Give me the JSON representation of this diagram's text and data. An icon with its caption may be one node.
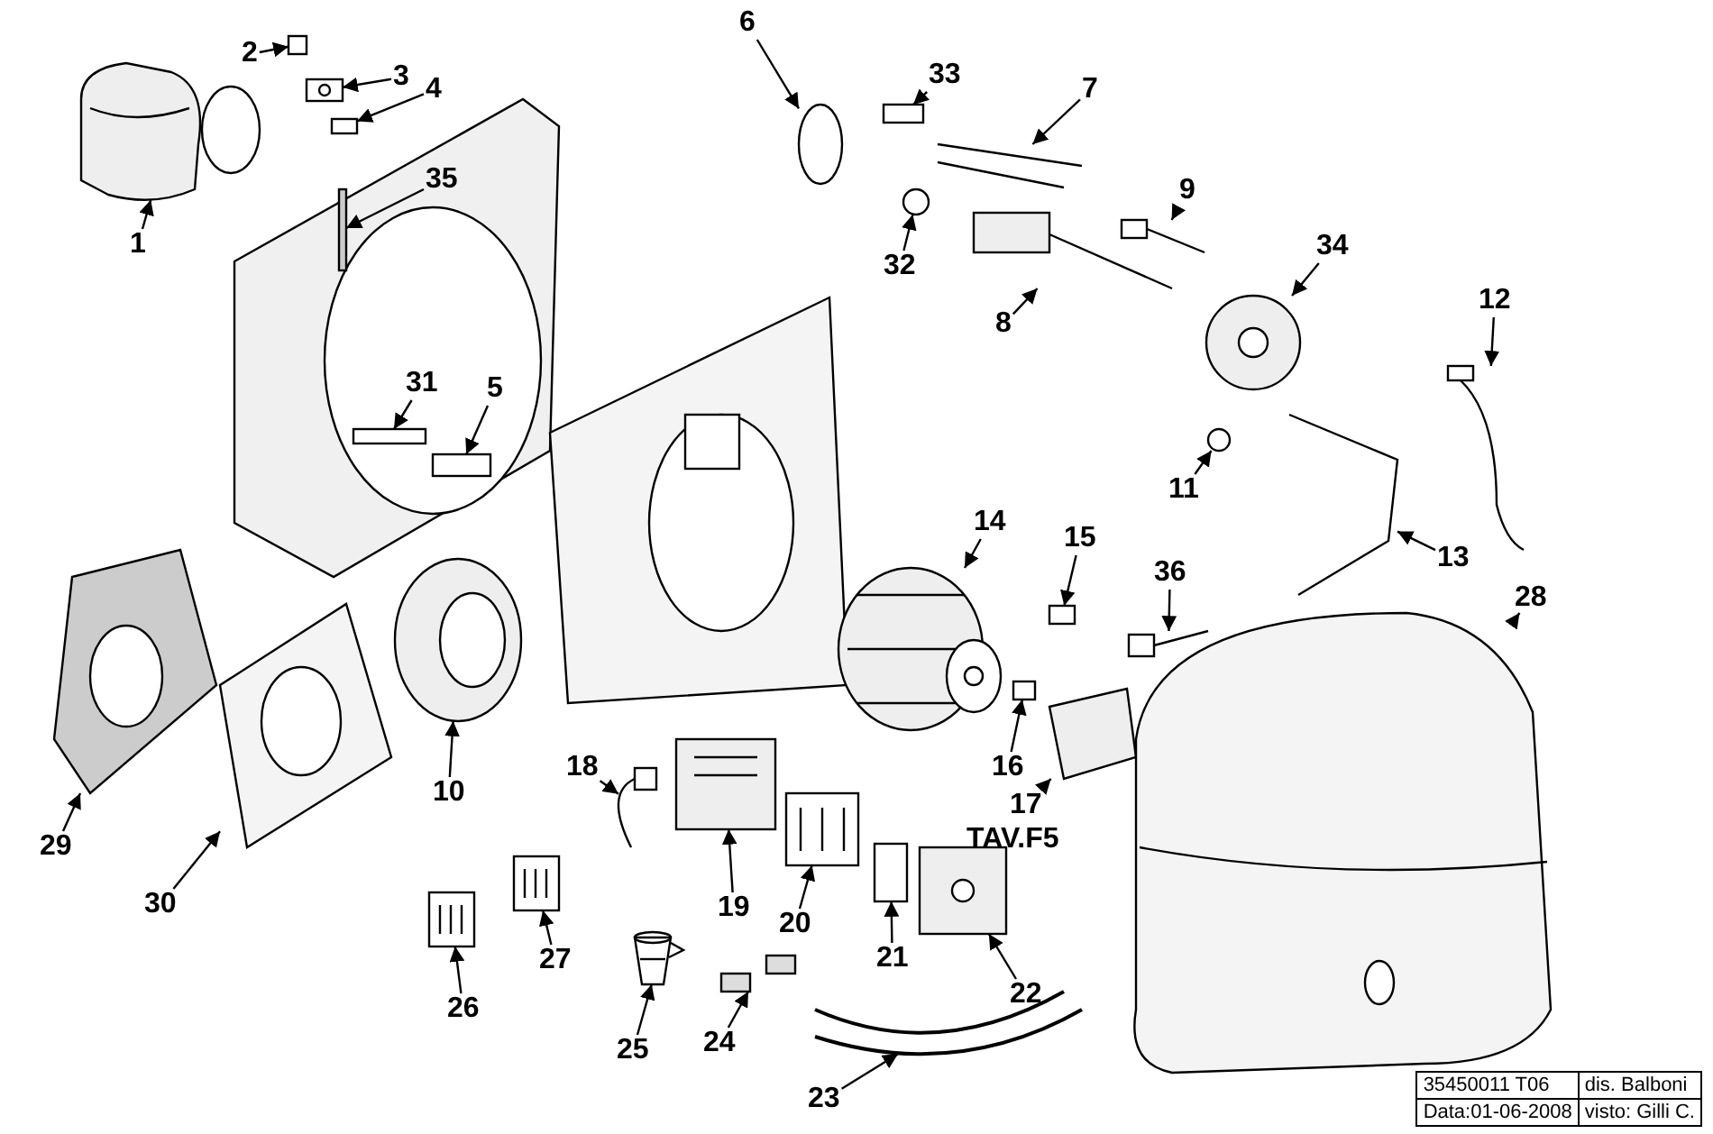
{
  "diagram": {
    "nodes": [
      {
        "text": [
          "1"
        ]
      },
      {
        "text": [
          "2"
        ]
      },
      {
        "text": [
          "3"
        ]
      },
      {
        "text": [
          "4"
        ]
      },
      {
        "text": [
          "5"
        ]
      },
      {
        "text": [
          "6"
        ]
      },
      {
        "text": [
          "7"
        ]
      },
      {
        "text": [
          "8"
        ]
      },
      {
        "text": [
          "9"
        ]
      },
      {
        "text": [
          "10"
        ]
      },
      {
        "text": [
          "11"
        ]
      },
      {
        "text": [
          "12"
        ]
      },
      {
        "text": [
          "13"
        ]
      },
      {
        "text": [
          "14"
        ]
      },
      {
        "text": [
          "15"
        ]
      },
      {
        "text": [
          "16"
        ]
      },
      {
        "text": [
          "17"
        ]
      },
      {
        "text": [
          "18"
        ]
      },
      {
        "text": [
          "19"
        ]
      },
      {
        "text": [
          "20"
        ]
      },
      {
        "text": [
          "21"
        ]
      },
      {
        "text": [
          "22"
        ]
      },
      {
        "text": [
          "23"
        ]
      },
      {
        "text": [
          "24"
        ]
      },
      {
        "text": [
          "25"
        ]
      },
      {
        "text": [
          "26"
        ]
      },
      {
        "text": [
          "27"
        ]
      },
      {
        "text": [
          "28"
        ]
      },
      {
        "text": [
          "29"
        ]
      },
      {
        "text": [
          "30"
        ]
      },
      {
        "text": [
          "31"
        ]
      },
      {
        "text": [
          "32"
        ]
      },
      {
        "text": [
          "33"
        ]
      },
      {
        "text": [
          "34"
        ]
      },
      {
        "text": [
          "35"
        ]
      },
      {
        "text": [
          "36"
        ]
      },
      {
        "text": [],
        "shape": "picture"
      },
      {
        "text": [],
        "shape": "box"
      },
      {
        "text": [],
        "shape": "picture"
      },
      {
        "text": [],
        "shape": "box"
      },
      {
        "text": [],
        "shape": "box"
      },
      {
        "text": [],
        "shape": "circle"
      },
      {
        "text": [],
        "shape": "picture"
      },
      {
        "text": [],
        "shape": "picture"
      },
      {
        "text": [],
        "shape": "picture"
      },
      {
        "text": [],
        "shape": "picture"
      },
      {
        "text": [],
        "shape": "circle"
      },
      {
        "text": [],
        "shape": "picture"
      },
      {
        "text": [],
        "shape": "picture"
      },
      {
        "text": [],
        "shape": "picture"
      },
      {
        "text": [],
        "shape": "box"
      },
      {
        "text": [],
        "shape": "box"
      },
      {
        "text": [],
        "shape": "picture"
      },
      {
        "text": [],
        "shape": "picture"
      },
      {
        "text": [],
        "shape": "picture"
      },
      {
        "text": [],
        "shape": "picture"
      },
      {
        "text": [],
        "shape": "box"
      },
      {
        "text": [],
        "shape": "picture"
      },
      {
        "text": [],
        "shape": "picture"
      },
      {
        "text": [],
        "shape": "picture"
      },
      {
        "text": [],
        "shape": "picture"
      },
      {
        "text": [],
        "shape": "picture"
      },
      {
        "text": [],
        "shape": "picture"
      },
      {
        "text": [],
        "shape": "picture"
      },
      {
        "text": [],
        "shape": "picture"
      },
      {
        "text": [],
        "shape": "picture"
      },
      {
        "text": [],
        "shape": "box"
      },
      {
        "text": [],
        "shape": "circle"
      },
      {
        "text": [],
        "shape": "box"
      },
      {
        "text": [],
        "shape": "picture"
      },
      {
        "text": [],
        "shape": "bar"
      },
      {
        "text": [],
        "shape": "picture"
      }
    ],
    "edges": [
      {
        "from": 0,
        "to": 36,
        "arrow": "to"
      },
      {
        "from": 1,
        "to": 37,
        "arrow": "to"
      },
      {
        "from": 2,
        "to": 38,
        "arrow": "to"
      },
      {
        "from": 3,
        "to": 39,
        "arrow": "to"
      },
      {
        "from": 4,
        "to": 40,
        "arrow": "to"
      },
      {
        "from": 5,
        "to": 41,
        "arrow": "to"
      },
      {
        "from": 6,
        "to": 42,
        "arrow": "to"
      },
      {
        "from": 7,
        "to": 43,
        "arrow": "to"
      },
      {
        "from": 8,
        "to": 44,
        "arrow": "to"
      },
      {
        "from": 9,
        "to": 45,
        "arrow": "to"
      },
      {
        "from": 10,
        "to": 46,
        "arrow": "to"
      },
      {
        "from": 11,
        "to": 47,
        "arrow": "to"
      },
      {
        "from": 12,
        "to": 48,
        "arrow": "to"
      },
      {
        "from": 13,
        "to": 49,
        "arrow": "to"
      },
      {
        "from": 14,
        "to": 50,
        "arrow": "to"
      },
      {
        "from": 15,
        "to": 51,
        "arrow": "to"
      },
      {
        "from": 16,
        "to": 52,
        "arrow": "to"
      },
      {
        "from": 17,
        "to": 53,
        "arrow": "to"
      },
      {
        "from": 18,
        "to": 54,
        "arrow": "to"
      },
      {
        "from": 19,
        "to": 55,
        "arrow": "to"
      },
      {
        "from": 20,
        "to": 56,
        "arrow": "to"
      },
      {
        "from": 21,
        "to": 57,
        "arrow": "to"
      },
      {
        "from": 22,
        "to": 58,
        "arrow": "to"
      },
      {
        "from": 23,
        "to": 59,
        "arrow": "to"
      },
      {
        "from": 24,
        "to": 60,
        "arrow": "to"
      },
      {
        "from": 25,
        "to": 61,
        "arrow": "to"
      },
      {
        "from": 26,
        "to": 62,
        "arrow": "to"
      },
      {
        "from": 27,
        "to": 63,
        "arrow": "to"
      },
      {
        "from": 28,
        "to": 64,
        "arrow": "to"
      },
      {
        "from": 29,
        "to": 65,
        "arrow": "to"
      },
      {
        "from": 30,
        "to": 66,
        "arrow": "to"
      },
      {
        "from": 31,
        "to": 67,
        "arrow": "to"
      },
      {
        "from": 32,
        "to": 68,
        "arrow": "to"
      },
      {
        "from": 33,
        "to": 69,
        "arrow": "to"
      },
      {
        "from": 34,
        "to": 70,
        "arrow": "to"
      },
      {
        "from": 35,
        "to": 71,
        "arrow": "to"
      }
    ],
    "labels": [
      "TAV.F5",
      "35450011 T06",
      "dis. Balboni",
      "Data:01-06-2008",
      "visto: Gilli C."
    ]
  }
}
